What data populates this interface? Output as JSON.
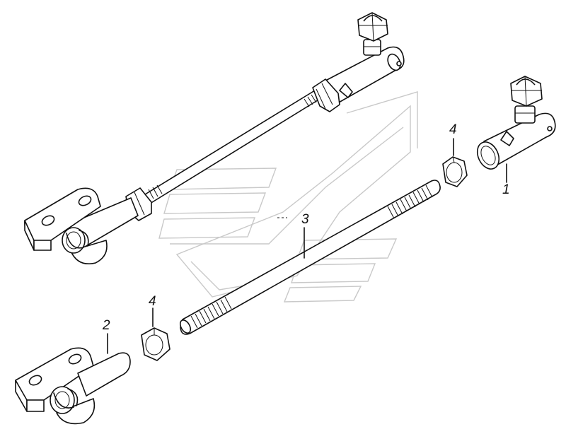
{
  "callouts": {
    "c1": "1",
    "c2": "2",
    "c3": "3",
    "c4_upper": "4",
    "c4_lower": "4"
  },
  "colors": {
    "line": "#111111",
    "watermark": "#c9c9c9",
    "background": "#ffffff"
  }
}
